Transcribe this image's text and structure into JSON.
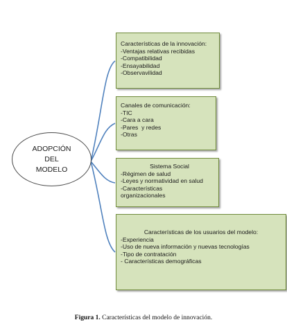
{
  "center": {
    "lines": [
      "ADOPCIÓN",
      "DEL",
      "MODELO"
    ]
  },
  "boxes": [
    {
      "title": "Características de la innovación:",
      "items": [
        "-Ventajas relativas recibidas",
        "-Compatibilidad",
        "-Ensayabilidad",
        "-Observavilidad"
      ]
    },
    {
      "title": "Canales de comunicación:",
      "items": [
        "-TIC",
        "-Cara a cara",
        "-Pares  y redes",
        "-Otras"
      ]
    },
    {
      "title": "Sistema Social",
      "items": [
        "-Régimen de salud",
        "-Leyes y normatividad en salud",
        "-Características",
        "organizacionales"
      ]
    },
    {
      "title": "Características de los usuarios del modelo:",
      "items": [
        "-Experiencia",
        "-Uso de nueva información y nuevas tecnologías",
        "-Tipo de contratación",
        "- Características demográficas"
      ]
    }
  ],
  "colors": {
    "box_fill": "#d6e3bc",
    "box_border": "#6f8a3a",
    "connector": "#4f81bd"
  },
  "caption": {
    "label": "Figura 1.",
    "text": " Características del modelo de innovación."
  }
}
